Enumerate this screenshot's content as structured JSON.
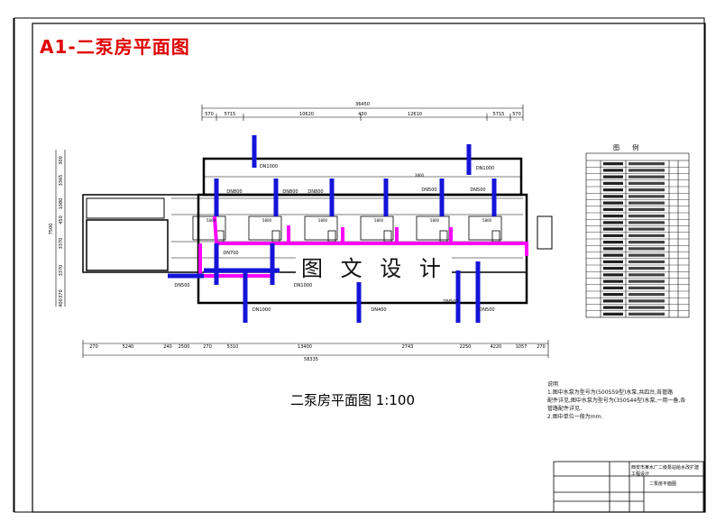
{
  "sheet": {
    "title": "A1-二泵房平面图",
    "plan_caption": "二泵房平面图  1:100",
    "watermark": "图 文 设 计",
    "colors": {
      "pipe_blue": "#1414d8",
      "pipe_magenta": "#ff00ff",
      "border_red": "#e00000",
      "line": "#000000"
    }
  },
  "dimensions": {
    "top_total": "36450",
    "top_segments": [
      "570",
      "5715",
      "10620",
      "430",
      "12610",
      "5715",
      "570"
    ],
    "bottom_segments": [
      "270",
      "5240",
      "240",
      "2500",
      "270",
      "5310",
      "13400",
      "2743",
      "2250",
      "4220",
      "1057",
      "270"
    ],
    "bottom_total": "58335",
    "left_total": "7500",
    "left_segments": [
      "300",
      "3365",
      "1080",
      "450",
      "3370",
      "3370",
      "370",
      "400"
    ]
  },
  "pipe_labels": [
    "DN1000",
    "DN1000",
    "DN800",
    "DN800",
    "DN800",
    "DN500",
    "DN500",
    "DN700",
    "DN500",
    "DN1000",
    "DN1000",
    "DN400",
    "DN500",
    "DN500"
  ],
  "room_labels": [
    "5800",
    "5800",
    "5800",
    "5800",
    "5800",
    "5800",
    "3800"
  ],
  "legend": {
    "title": "图  例",
    "rows": 24
  },
  "notes": {
    "heading": "说明",
    "lines": [
      "1.图中水泵为型号为(500S59型)水泵,共四台,各管路",
      "配件详见,图中水泵为型号为(350S44型)水泵,一用一备,各",
      "管路配件详见.",
      "2.图中单位一般为mm."
    ]
  },
  "title_block": {
    "project": "西安市某水厂二级泵站给水改扩建工程设计",
    "drawing": "二泵房平面图"
  }
}
